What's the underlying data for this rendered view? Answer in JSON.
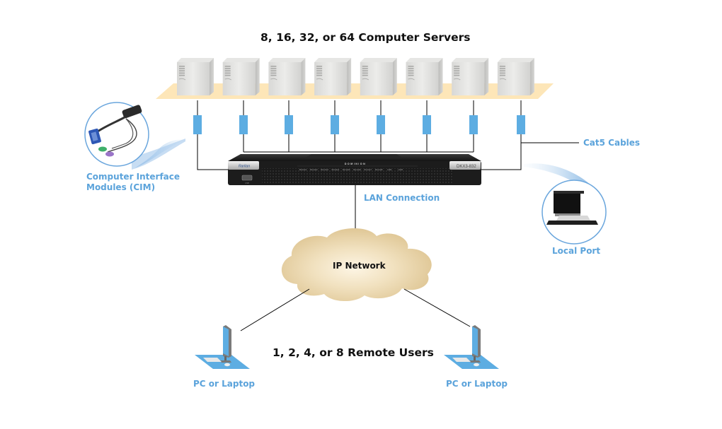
{
  "diagram": {
    "title_servers": "8, 16, 32, or 64 Computer Servers",
    "title_users": "1, 2, 4, or 8 Remote Users",
    "server_count_shown": 8,
    "labels": {
      "cim": [
        "Computer Interface",
        "Modules (CIM)"
      ],
      "cat5": "Cat5 Cables",
      "local_port": "Local Port",
      "lan": "LAN Connection",
      "ip_network": "IP Network",
      "pc_left": "PC or Laptop",
      "pc_right": "PC or Laptop"
    },
    "kvm_switch": {
      "brand": "Raritan",
      "model": "DKX3-832",
      "badge": "DOMINION",
      "port_labels": [
        "Remote1",
        "Remote2",
        "Remote3",
        "Remote4",
        "Remote5",
        "Remote6",
        "Remote7",
        "Remote8",
        "LAN1",
        "LAN2"
      ],
      "usb_label": "USB"
    },
    "colors": {
      "label_blue": "#5ba3db",
      "connector_blue": "#5dade2",
      "platform": "#fde6b8",
      "cloud": "#e8d2a4",
      "device_dark": "#1c1c1c",
      "line": "#000000"
    }
  }
}
